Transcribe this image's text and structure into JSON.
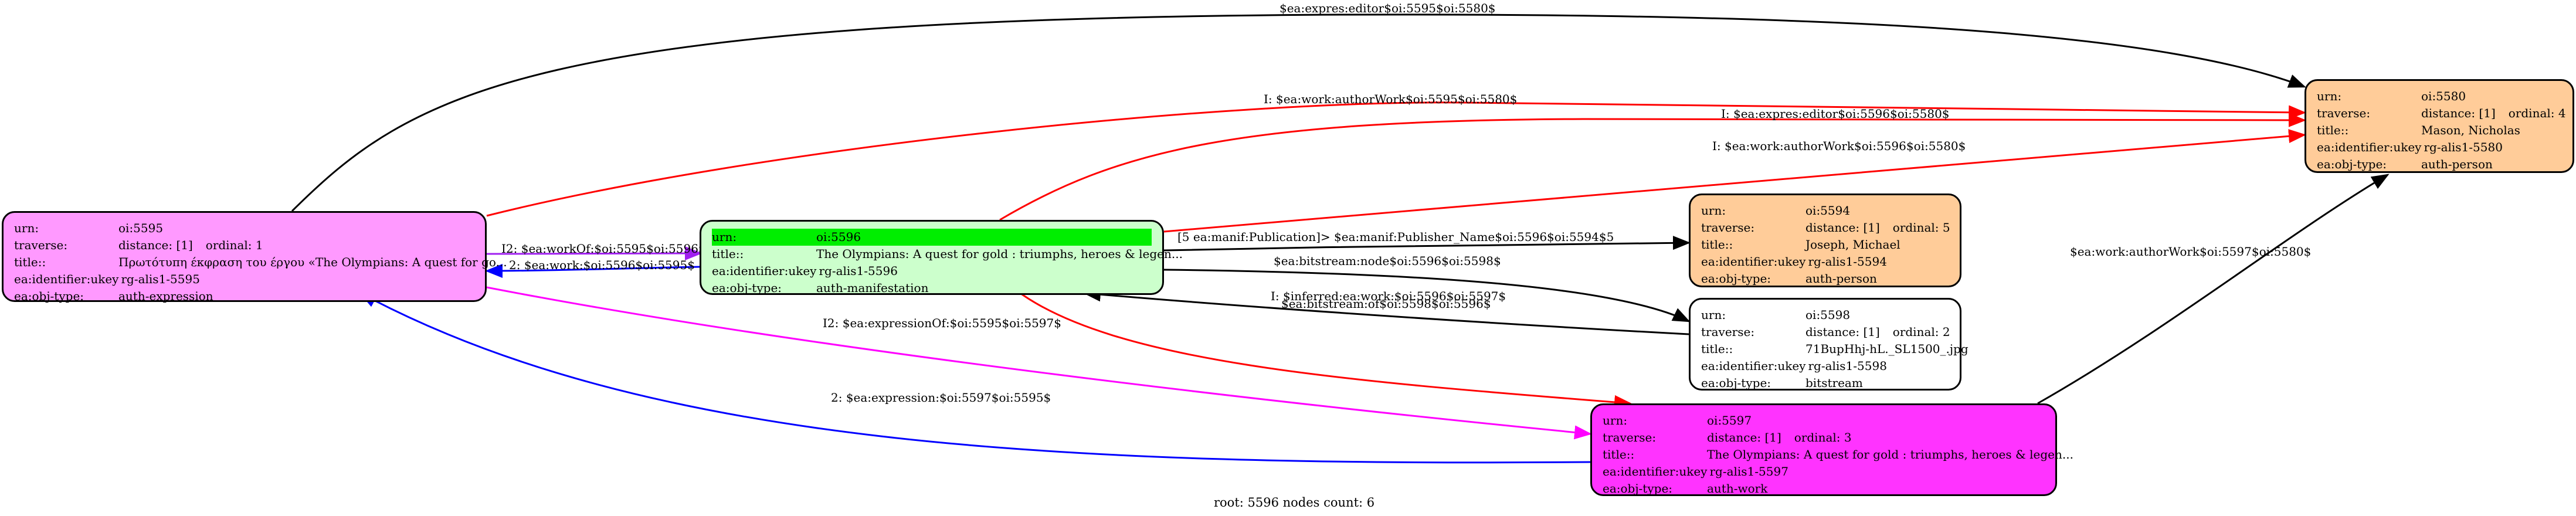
{
  "footer": "root: 5596 nodes count: 6",
  "nodes": {
    "n5595": {
      "urn": "oi:5595",
      "traverse": "distance: [1]",
      "ordinal": "ordinal: 1",
      "title": "Πρωτότυπη έκφραση του έργου «The Olympians: A quest for go...",
      "ukey": "rg-alis1-5595",
      "objtype": "auth-expression",
      "fill": "#ff99ff"
    },
    "n5596": {
      "urn": "oi:5596",
      "title": "The Olympians: A quest for gold : triumphs, heroes & legen...",
      "ukey": "rg-alis1-5596",
      "objtype": "auth-manifestation",
      "fill": "#ccffcc",
      "highlight": "#00ee00"
    },
    "n5580": {
      "urn": "oi:5580",
      "traverse": "distance: [1]",
      "ordinal": "ordinal: 4",
      "title": "Mason,  Nicholas",
      "ukey": "rg-alis1-5580",
      "objtype": "auth-person",
      "fill": "#ffcc99"
    },
    "n5594": {
      "urn": "oi:5594",
      "traverse": "distance: [1]",
      "ordinal": "ordinal: 5",
      "title": "Joseph, Michael",
      "ukey": "rg-alis1-5594",
      "objtype": "auth-person",
      "fill": "#ffcc99"
    },
    "n5598": {
      "urn": "oi:5598",
      "traverse": "distance: [1]",
      "ordinal": "ordinal: 2",
      "title": "71BupHhj-hL._SL1500_.jpg",
      "ukey": "rg-alis1-5598",
      "objtype": "bitstream",
      "fill": "#ffffff"
    },
    "n5597": {
      "urn": "oi:5597",
      "traverse": "distance: [1]",
      "ordinal": "ordinal: 3",
      "title": "The Olympians: A quest for gold : triumphs, heroes & legen...",
      "ukey": "rg-alis1-5597",
      "objtype": "auth-work",
      "fill": "#ff33ff"
    }
  },
  "fieldnames": {
    "urn": "urn:",
    "traverse": "traverse:",
    "title": "title::",
    "ukey": "ea:identifier:ukey",
    "objtype": "ea:obj-type:"
  },
  "edges": {
    "e1": {
      "label": "$ea:expres:editor$oi:5595$oi:5580$",
      "color": "#000000"
    },
    "e2": {
      "label": "I: $ea:work:authorWork$oi:5595$oi:5580$",
      "color": "#ff0000"
    },
    "e3": {
      "label": "I: $ea:expres:editor$oi:5596$oi:5580$",
      "color": "#ff0000"
    },
    "e4": {
      "label": "I: $ea:work:authorWork$oi:5596$oi:5580$",
      "color": "#ff0000"
    },
    "e5": {
      "label": "I2: $ea:workOf:$oi:5595$oi:5596$",
      "color": "#a020f0"
    },
    "e6": {
      "label": "2: $ea:work:$oi:5596$oi:5595$",
      "color": "#0000ff"
    },
    "e7": {
      "label": "[5 ea:manif:Publication]> $ea:manif:Publisher_Name$oi:5596$oi:5594$5",
      "color": "#000000"
    },
    "e8": {
      "label": "$ea:bitstream:node$oi:5596$oi:5598$",
      "color": "#000000"
    },
    "e9": {
      "label": "$ea:bitstream:of$oi:5598$oi:5596$",
      "color": "#000000"
    },
    "e10": {
      "label": "I2: $ea:expressionOf:$oi:5595$oi:5597$",
      "color": "#ff00ff"
    },
    "e11": {
      "label": "I: $inferred:ea:work:$oi:5596$oi:5597$",
      "color": "#ff0000"
    },
    "e12": {
      "label": "2: $ea:expression:$oi:5597$oi:5595$",
      "color": "#0000ff"
    },
    "e13": {
      "label": "$ea:work:authorWork$oi:5597$oi:5580$",
      "color": "#000000"
    }
  }
}
